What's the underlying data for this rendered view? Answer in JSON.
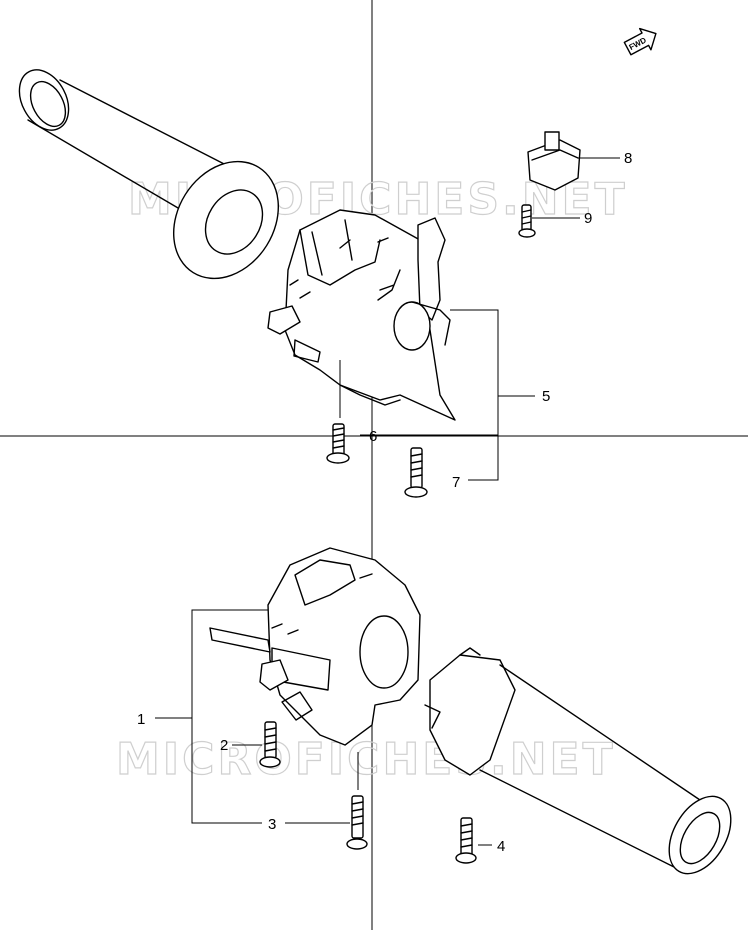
{
  "watermark": "MICROFICHES.NET",
  "fwd_label": "FWD",
  "callouts": [
    {
      "id": "1",
      "label": "1"
    },
    {
      "id": "2",
      "label": "2"
    },
    {
      "id": "3",
      "label": "3"
    },
    {
      "id": "4",
      "label": "4"
    },
    {
      "id": "5",
      "label": "5"
    },
    {
      "id": "6",
      "label": "6"
    },
    {
      "id": "7",
      "label": "7"
    },
    {
      "id": "8",
      "label": "8"
    },
    {
      "id": "9",
      "label": "9"
    }
  ],
  "colors": {
    "line": "#000000",
    "watermark": "#cfcfcf",
    "background": "#ffffff"
  }
}
